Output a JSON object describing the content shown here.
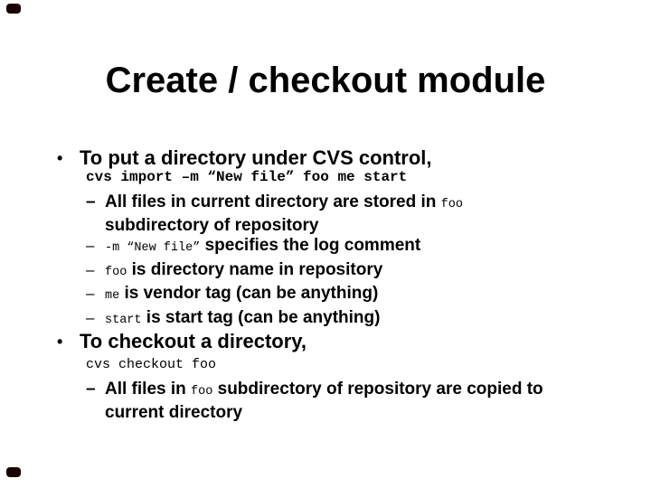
{
  "slide": {
    "title": "Create / checkout module",
    "sections": [
      {
        "bullet": "•",
        "heading": "To put a directory under CVS control,",
        "code": "cvs import –m “New file” foo me start",
        "items": [
          {
            "dash": "–",
            "line1_text": "All files in current directory are stored in ",
            "line1_code": "foo",
            "line2_text": "subdirectory of repository"
          },
          {
            "dash": "–",
            "code": "-m “New file”",
            "text": " specifies the log comment"
          },
          {
            "dash": "–",
            "code": "foo",
            "text": " is directory name in repository"
          },
          {
            "dash": "–",
            "code": "me",
            "text": " is vendor tag (can be anything)"
          },
          {
            "dash": "–",
            "code": "start",
            "text": " is start tag (can be anything)"
          }
        ]
      },
      {
        "bullet": "•",
        "heading": "To checkout a directory,",
        "code": "cvs checkout foo",
        "items": [
          {
            "dash": "–",
            "line1_text": "All files in ",
            "line1_code": "foo",
            "line1_text2": " subdirectory of repository are copied to",
            "line2_text": "current directory"
          }
        ]
      }
    ]
  }
}
